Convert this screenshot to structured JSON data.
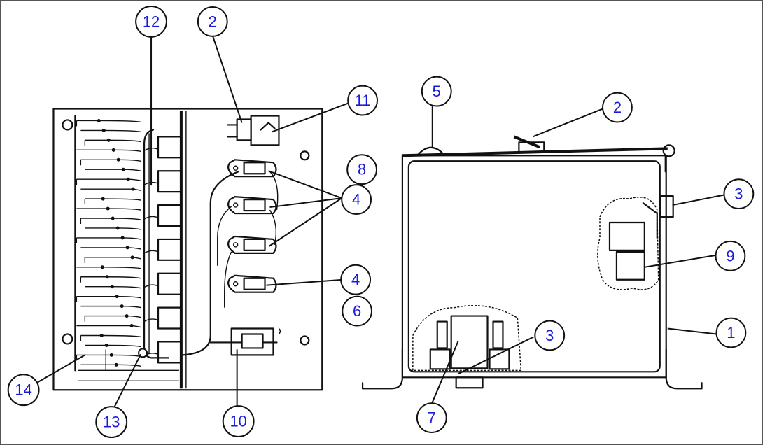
{
  "callouts": [
    {
      "id": "c12a",
      "label": "12"
    },
    {
      "id": "c2a",
      "label": "2"
    },
    {
      "id": "c11",
      "label": "11"
    },
    {
      "id": "c8",
      "label": "8"
    },
    {
      "id": "c4a",
      "label": "4"
    },
    {
      "id": "c4b",
      "label": "4"
    },
    {
      "id": "c6",
      "label": "6"
    },
    {
      "id": "c14",
      "label": "14"
    },
    {
      "id": "c13",
      "label": "13"
    },
    {
      "id": "c10",
      "label": "10"
    },
    {
      "id": "c5",
      "label": "5"
    },
    {
      "id": "c2b",
      "label": "2"
    },
    {
      "id": "c3a",
      "label": "3"
    },
    {
      "id": "c9",
      "label": "9"
    },
    {
      "id": "c3b",
      "label": "3"
    },
    {
      "id": "c1",
      "label": "1"
    },
    {
      "id": "c7",
      "label": "7"
    }
  ],
  "colors": {
    "callout_text": "#1a1adb",
    "line": "#111111"
  }
}
